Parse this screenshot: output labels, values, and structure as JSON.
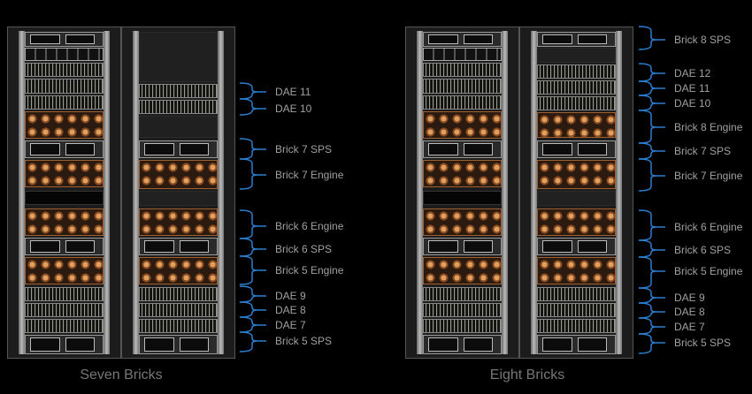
{
  "left_system": {
    "caption": "Seven Bricks",
    "labels": [
      "DAE 11",
      "DAE 10",
      "Brick 7 SPS",
      "Brick 7 Engine",
      "Brick 6 Engine",
      "Brick 6 SPS",
      "Brick 5 Engine",
      "DAE 9",
      "DAE 8",
      "DAE 7",
      "Brick 5 SPS"
    ]
  },
  "right_system": {
    "caption": "Eight Bricks",
    "labels": [
      "Brick 8 SPS",
      "DAE 12",
      "DAE 11",
      "DAE 10",
      "Brick 8 Engine",
      "Brick 7 SPS",
      "Brick 7 Engine",
      "Brick 6 Engine",
      "Brick 6 SPS",
      "Brick 5 Engine",
      "DAE 9",
      "DAE 8",
      "DAE 7",
      "Brick 5 SPS"
    ]
  },
  "colors": {
    "bracket": "#2a7fd0",
    "label": "#a0a0a0",
    "caption": "#777777"
  }
}
